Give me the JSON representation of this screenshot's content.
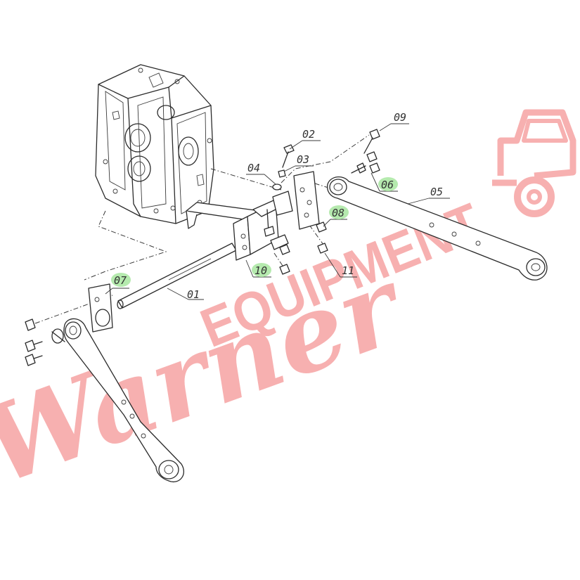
{
  "callouts": [
    {
      "id": "01",
      "text": "01",
      "highlighted": false
    },
    {
      "id": "02",
      "text": "02",
      "highlighted": false
    },
    {
      "id": "03",
      "text": "03",
      "highlighted": false
    },
    {
      "id": "04",
      "text": "04",
      "highlighted": false
    },
    {
      "id": "05",
      "text": "05",
      "highlighted": false
    },
    {
      "id": "06",
      "text": "06",
      "highlighted": true
    },
    {
      "id": "07",
      "text": "07",
      "highlighted": true
    },
    {
      "id": "08",
      "text": "08",
      "highlighted": true
    },
    {
      "id": "09",
      "text": "09",
      "highlighted": false
    },
    {
      "id": "10",
      "text": "10",
      "highlighted": true
    },
    {
      "id": "11",
      "text": "11",
      "highlighted": false
    }
  ],
  "watermark": {
    "script_text": "Warner",
    "block_text": "EQUIPMENT",
    "color": "#f07070"
  },
  "colors": {
    "line": "#2b2b2b",
    "highlight": "#a8e6a0",
    "background": "#ffffff"
  }
}
